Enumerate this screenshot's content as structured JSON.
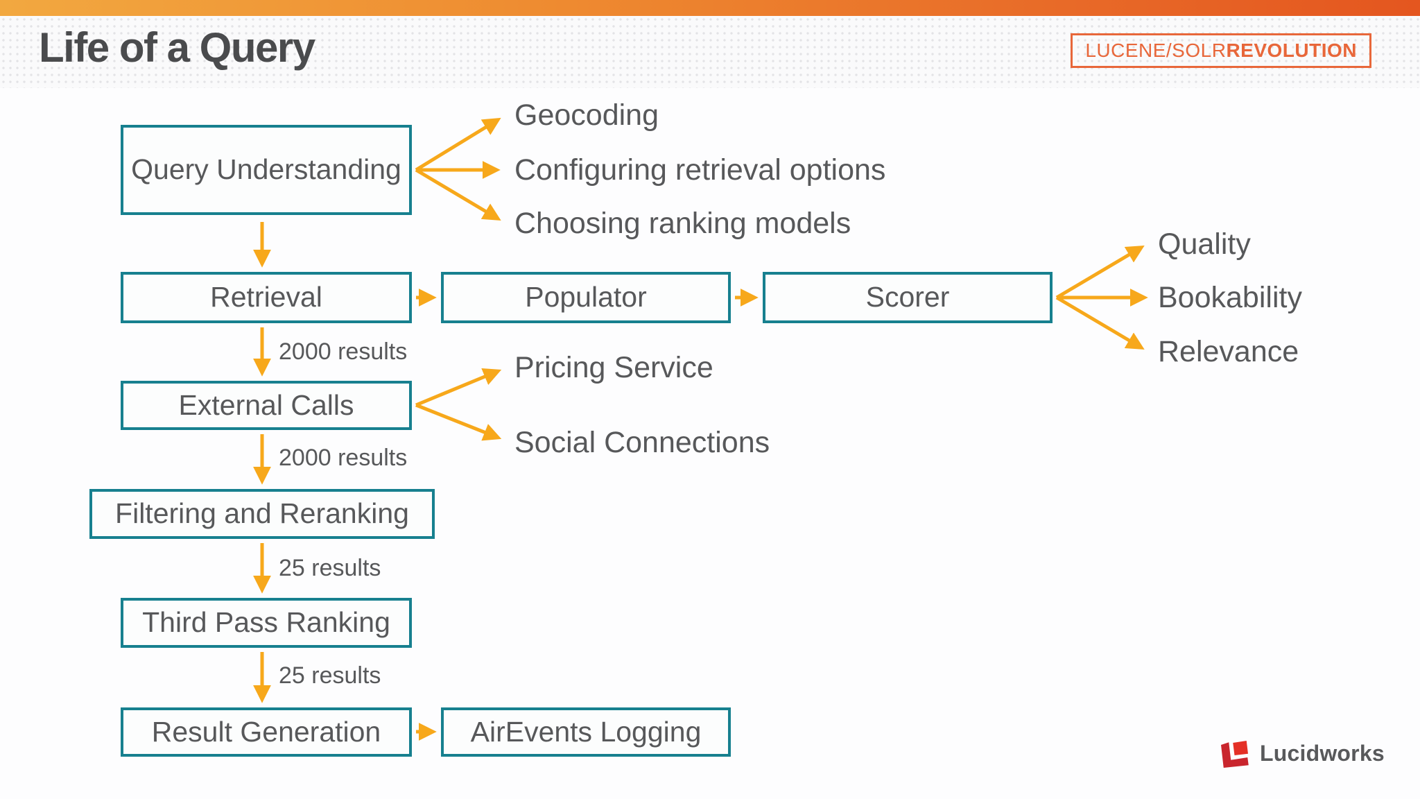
{
  "header": {
    "title": "Life of a Query",
    "badge": {
      "regular": "LUCENE/SOLR",
      "bold": "REVOLUTION"
    }
  },
  "nodes": {
    "query_understanding": "Query Understanding",
    "retrieval": "Retrieval",
    "populator": "Populator",
    "scorer": "Scorer",
    "external_calls": "External Calls",
    "filtering_reranking": "Filtering and Reranking",
    "third_pass_ranking": "Third Pass Ranking",
    "result_generation": "Result Generation",
    "airevents_logging": "AirEvents Logging"
  },
  "branch_labels": {
    "geocoding": "Geocoding",
    "configuring": "Configuring retrieval options",
    "choosing": "Choosing ranking models",
    "quality": "Quality",
    "bookability": "Bookability",
    "relevance": "Relevance",
    "pricing": "Pricing Service",
    "social": "Social Connections"
  },
  "flow_counts": {
    "after_retrieval": "2000 results",
    "after_external_calls": "2000 results",
    "after_filtering": "25 results",
    "after_third_pass": "25 results"
  },
  "footer": {
    "logo_text": "Lucidworks"
  },
  "colors": {
    "top_bar_gradient_left": "#F2A840",
    "top_bar_gradient_right": "#E4561F",
    "node_border_teal": "#17808F",
    "arrow_amber": "#F7A81B",
    "badge_orange": "#E8673A",
    "text_gray": "#57585A",
    "title_gray": "#4A4B4D",
    "logo_red_dark": "#C9252D",
    "logo_red_bright": "#E43026"
  }
}
